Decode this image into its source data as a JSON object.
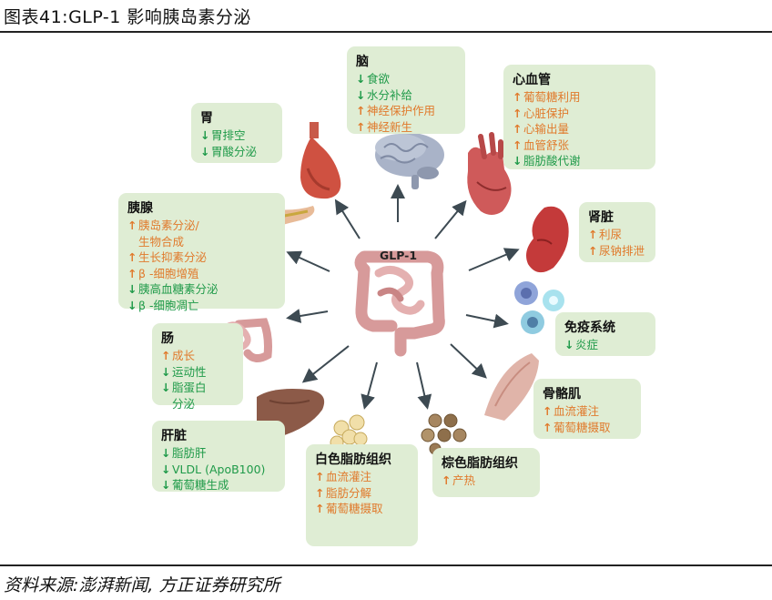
{
  "title": "图表41:GLP-1 影响胰岛素分泌",
  "source": "资料来源:澎湃新闻, 方正证券研究所",
  "center_label": "GLP-1",
  "arrows": {
    "up": "↑",
    "down": "↓"
  },
  "colors": {
    "box_bg": "#dfedd4",
    "increase": "#e07a2c",
    "decrease": "#1f9a49"
  },
  "boxes": {
    "brain": {
      "title": "脑",
      "items": [
        {
          "dir": "down",
          "text": "食欲"
        },
        {
          "dir": "down",
          "text": "水分补给"
        },
        {
          "dir": "up",
          "text": "神经保护作用"
        },
        {
          "dir": "up",
          "text": "神经新生"
        }
      ]
    },
    "stomach": {
      "title": "胃",
      "items": [
        {
          "dir": "down",
          "text": "胃排空"
        },
        {
          "dir": "down",
          "text": "胃酸分泌"
        }
      ]
    },
    "cardio": {
      "title": "心血管",
      "items": [
        {
          "dir": "up",
          "text": "葡萄糖利用"
        },
        {
          "dir": "up",
          "text": "心脏保护"
        },
        {
          "dir": "up",
          "text": "心输出量"
        },
        {
          "dir": "up",
          "text": "血管舒张"
        },
        {
          "dir": "down",
          "text": "脂肪酸代谢"
        }
      ]
    },
    "pancreas": {
      "title": "胰腺",
      "items": [
        {
          "dir": "up",
          "text": "胰岛素分泌/"
        },
        {
          "dir": "",
          "text": "生物合成"
        },
        {
          "dir": "up",
          "text": "生长抑素分泌"
        },
        {
          "dir": "up",
          "text": "β -细胞增殖"
        },
        {
          "dir": "down",
          "text": "胰高血糖素分泌"
        },
        {
          "dir": "down",
          "text": "β -细胞凋亡"
        }
      ]
    },
    "kidney": {
      "title": "肾脏",
      "items": [
        {
          "dir": "up",
          "text": "利尿"
        },
        {
          "dir": "up",
          "text": "尿钠排泄"
        }
      ]
    },
    "immune": {
      "title": "免疫系统",
      "items": [
        {
          "dir": "down",
          "text": "炎症"
        }
      ]
    },
    "intestine": {
      "title": "肠",
      "items": [
        {
          "dir": "up",
          "text": "成长"
        },
        {
          "dir": "down",
          "text": "运动性"
        },
        {
          "dir": "down",
          "text": "脂蛋白"
        },
        {
          "dir": "",
          "text": "分泌"
        }
      ]
    },
    "muscle": {
      "title": "骨骼肌",
      "items": [
        {
          "dir": "up",
          "text": "血流灌注"
        },
        {
          "dir": "up",
          "text": "葡萄糖摄取"
        }
      ]
    },
    "liver": {
      "title": "肝脏",
      "items": [
        {
          "dir": "down",
          "text": "脂肪肝"
        },
        {
          "dir": "down",
          "text": "VLDL (ApoB100)"
        },
        {
          "dir": "down",
          "text": "葡萄糖生成"
        }
      ]
    },
    "white_fat": {
      "title": "白色脂肪组织",
      "items": [
        {
          "dir": "up",
          "text": "血流灌注"
        },
        {
          "dir": "up",
          "text": "脂肪分解"
        },
        {
          "dir": "up",
          "text": "葡萄糖摄取"
        }
      ]
    },
    "brown_fat": {
      "title": "棕色脂肪组织",
      "items": [
        {
          "dir": "up",
          "text": "产热"
        }
      ]
    }
  }
}
